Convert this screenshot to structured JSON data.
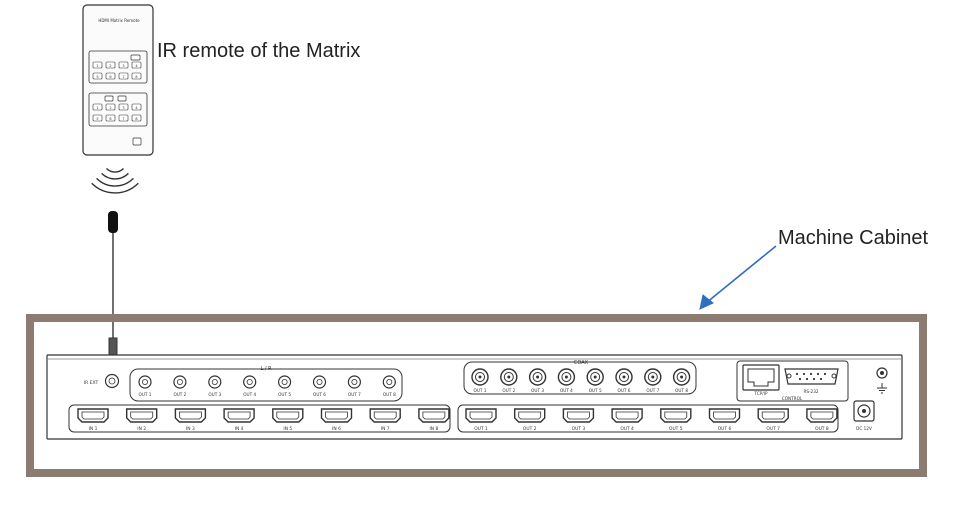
{
  "labels": {
    "remote": "IR remote of the Matrix",
    "cabinet": "Machine Cabinet"
  },
  "remote": {
    "header_text": "HDMI Matrix Remote",
    "row_a_top": [
      "1",
      "2",
      "3",
      "4"
    ],
    "row_a_bottom": [
      "5",
      "6",
      "7",
      "8"
    ],
    "row_b_top": [
      "1",
      "2",
      "3",
      "4"
    ],
    "row_b_bottom": [
      "5",
      "6",
      "7",
      "8"
    ]
  },
  "device": {
    "ir_ext_label": "IR EXT",
    "lr_group_label": "L / R",
    "lr_outputs": [
      "OUT 1",
      "OUT 2",
      "OUT 3",
      "OUT 4",
      "OUT 5",
      "OUT 6",
      "OUT 7",
      "OUT 8"
    ],
    "coax_group_label": "COAX",
    "coax_outputs": [
      "OUT 1",
      "OUT 2",
      "OUT 3",
      "OUT 4",
      "OUT 5",
      "OUT 6",
      "OUT 7",
      "OUT 8"
    ],
    "hdmi_inputs": [
      "IN 1",
      "IN 2",
      "IN 3",
      "IN 4",
      "IN 5",
      "IN 6",
      "IN 7",
      "IN 8"
    ],
    "hdmi_outputs": [
      "OUT 1",
      "OUT 2",
      "OUT 3",
      "OUT 4",
      "OUT 5",
      "OUT 6",
      "OUT 7",
      "OUT 8"
    ],
    "tcpip_label": "TCP/IP",
    "rs232_label": "RS-232",
    "control_label": "CONTROL",
    "dc_label": "DC 12V"
  },
  "colors": {
    "cabinet_frame": "#8c7b70",
    "arrow": "#2f6fbd",
    "line": "#333333"
  }
}
